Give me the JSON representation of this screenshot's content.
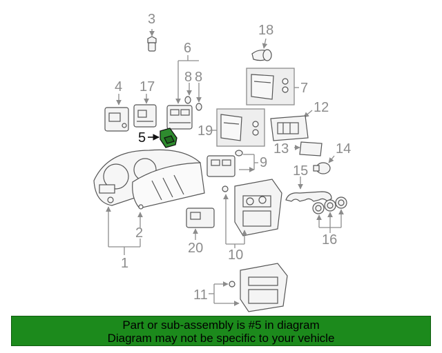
{
  "callouts": {
    "c1": "1",
    "c2": "2",
    "c3": "3",
    "c4": "4",
    "c5": "5",
    "c6": "6",
    "c7": "7",
    "c8a": "8",
    "c8b": "8",
    "c9": "9",
    "c10": "10",
    "c11": "11",
    "c12": "12",
    "c13": "13",
    "c14": "14",
    "c15": "15",
    "c16": "16",
    "c17": "17",
    "c18": "18",
    "c19": "19",
    "c20": "20"
  },
  "banner": {
    "line1": "Part or sub-assembly is #5 in diagram",
    "line2": "Diagram may not be specific to your vehicle"
  },
  "colors": {
    "highlight": "#2e8b2e",
    "banner_bg": "#1c8a1c",
    "line": "#8c8c8c",
    "part_stroke": "#555555"
  }
}
